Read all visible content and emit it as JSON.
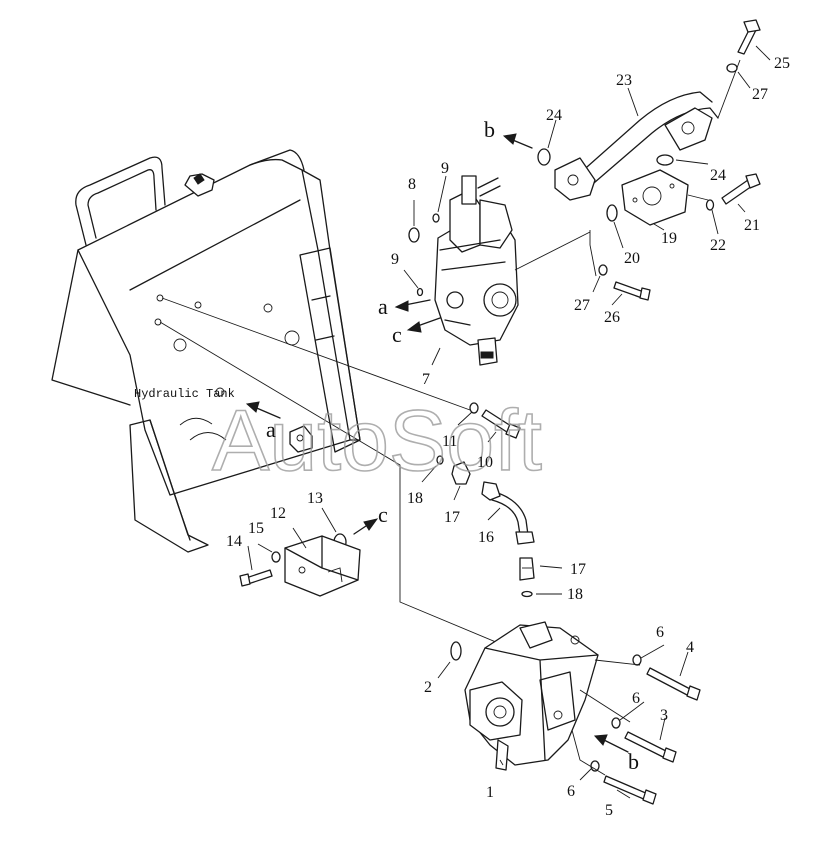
{
  "diagram": {
    "caption": "Hydraulic Tank",
    "watermark": "AutoSoft",
    "callouts": [
      {
        "id": "1",
        "label": "1"
      },
      {
        "id": "2",
        "label": "2"
      },
      {
        "id": "3",
        "label": "3"
      },
      {
        "id": "4",
        "label": "4"
      },
      {
        "id": "5",
        "label": "5"
      },
      {
        "id": "6a",
        "label": "6"
      },
      {
        "id": "6b",
        "label": "6"
      },
      {
        "id": "6c",
        "label": "6"
      },
      {
        "id": "7",
        "label": "7"
      },
      {
        "id": "8",
        "label": "8"
      },
      {
        "id": "9a",
        "label": "9"
      },
      {
        "id": "9b",
        "label": "9"
      },
      {
        "id": "10",
        "label": "10"
      },
      {
        "id": "11",
        "label": "11"
      },
      {
        "id": "12",
        "label": "12"
      },
      {
        "id": "13",
        "label": "13"
      },
      {
        "id": "14",
        "label": "14"
      },
      {
        "id": "15",
        "label": "15"
      },
      {
        "id": "16",
        "label": "16"
      },
      {
        "id": "17a",
        "label": "17"
      },
      {
        "id": "17b",
        "label": "17"
      },
      {
        "id": "18a",
        "label": "18"
      },
      {
        "id": "18b",
        "label": "18"
      },
      {
        "id": "19",
        "label": "19"
      },
      {
        "id": "20",
        "label": "20"
      },
      {
        "id": "21",
        "label": "21"
      },
      {
        "id": "22",
        "label": "22"
      },
      {
        "id": "23",
        "label": "23"
      },
      {
        "id": "24a",
        "label": "24"
      },
      {
        "id": "24b",
        "label": "24"
      },
      {
        "id": "25",
        "label": "25"
      },
      {
        "id": "26",
        "label": "26"
      },
      {
        "id": "27a",
        "label": "27"
      },
      {
        "id": "27b",
        "label": "27"
      }
    ],
    "flow_letters": [
      {
        "id": "a-valve",
        "label": "a"
      },
      {
        "id": "a-tank",
        "label": "a"
      },
      {
        "id": "b-top",
        "label": "b"
      },
      {
        "id": "b-bottom",
        "label": "b"
      },
      {
        "id": "c-valve",
        "label": "c"
      },
      {
        "id": "c-block",
        "label": "c"
      }
    ]
  }
}
